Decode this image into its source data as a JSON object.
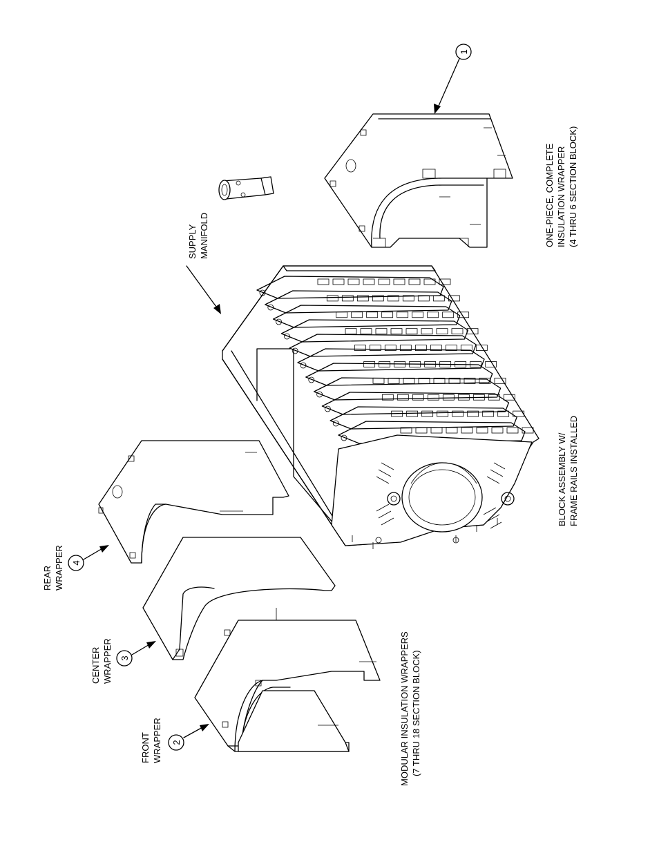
{
  "labels": {
    "rear_wrapper": [
      "REAR",
      "WRAPPER"
    ],
    "center_wrapper": [
      "CENTER",
      "WRAPPER"
    ],
    "front_wrapper": [
      "FRONT",
      "WRAPPER"
    ],
    "modular": [
      "MODULAR INSULATION WRAPPERS",
      "(7 THRU 18 SECTION BLOCK)"
    ],
    "block_assembly": [
      "BLOCK ASSEMBLY W/",
      "FRAME RAILS INSTALLED"
    ],
    "supply_manifold": [
      "SUPPLY",
      "MANIFOLD"
    ],
    "one_piece": [
      "ONE-PIECE, COMPLETE",
      "INSULATION WRAPPER",
      "(4 THRU 6 SECTION BLOCK)"
    ]
  },
  "callouts": {
    "one": "1",
    "two": "2",
    "three": "3",
    "four": "4"
  }
}
